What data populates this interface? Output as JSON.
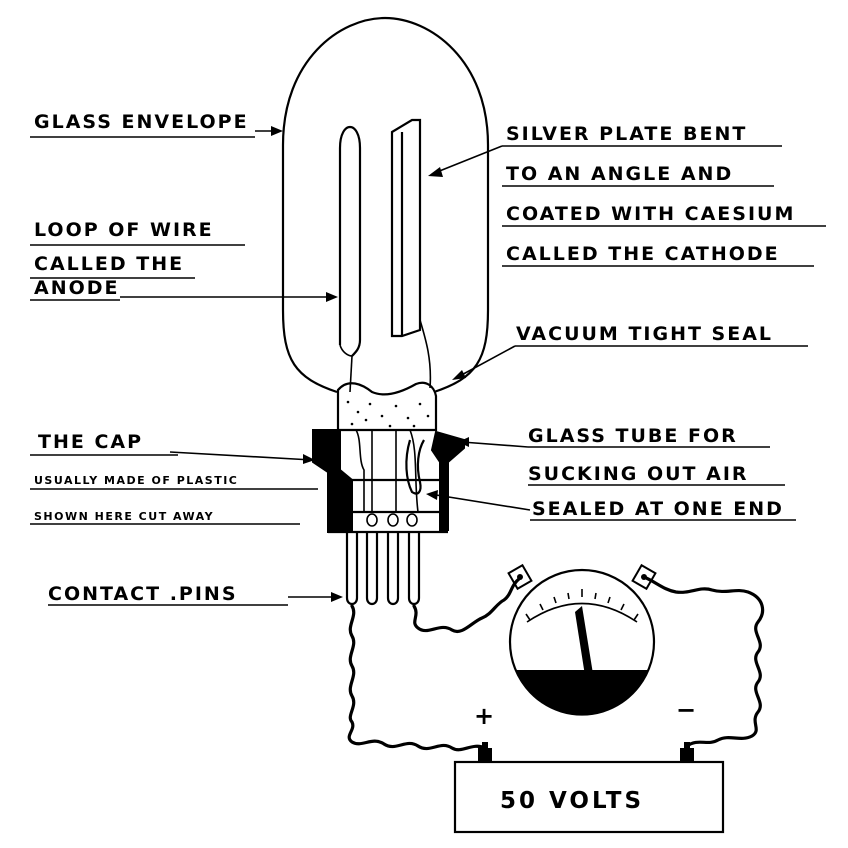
{
  "labels": {
    "glass_envelope": "GLASS ENVELOPE",
    "loop_of_wire": "LOOP OF WIRE",
    "called_the": "CALLED THE",
    "anode": "ANODE",
    "the_cap": "THE CAP",
    "usually_made": "USUALLY MADE OF PLASTIC",
    "shown_here": "SHOWN HERE CUT AWAY",
    "contact_pins": "CONTACT .PINS",
    "silver_plate_1": "SILVER PLATE BENT",
    "silver_plate_2": "TO AN ANGLE AND",
    "silver_plate_3": "COATED WITH CAESIUM",
    "silver_plate_4": "CALLED THE CATHODE",
    "vacuum_seal": "VACUUM TIGHT SEAL",
    "glass_tube_1": "GLASS TUBE FOR",
    "glass_tube_2": "SUCKING OUT AIR",
    "glass_tube_3": "SEALED AT ONE END",
    "plus": "+",
    "minus": "−",
    "battery": "50 VOLTS"
  }
}
